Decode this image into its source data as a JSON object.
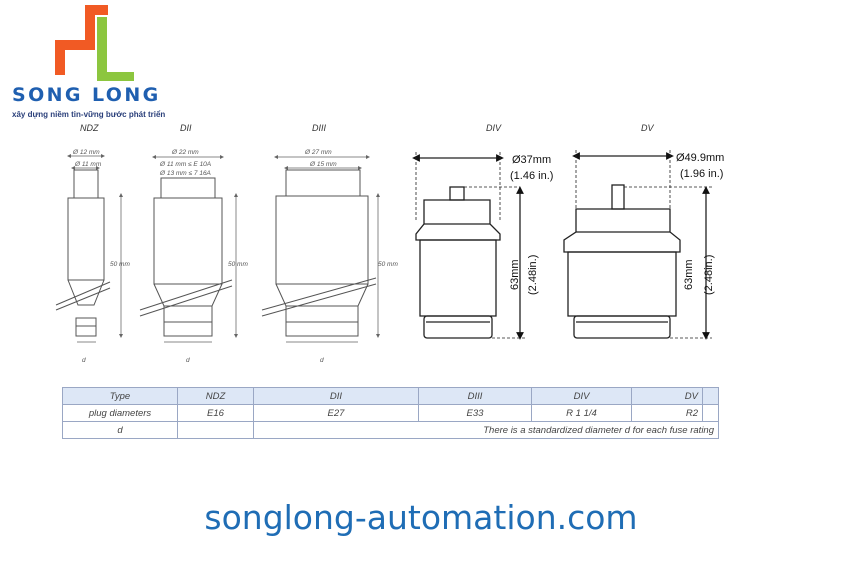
{
  "brand": {
    "name": "SONG LONG",
    "tagline": "xây dựng niềm tin-vững bước phát triển",
    "colors": {
      "orange": "#f15a24",
      "green": "#8cc63f",
      "blue": "#1f5fb0"
    }
  },
  "fuse_types": [
    {
      "label": "NDZ",
      "outer_diameter": "Ø 12 mm",
      "inner_diameter": "Ø 11 mm",
      "length": "50 mm",
      "d": "d"
    },
    {
      "label": "DII",
      "outer_diameter": "Ø 22 mm",
      "inner_diameter": "Ø 11 mm ≤ E 10A",
      "inner_diameter_2": "Ø 13 mm ≤ 7 16A",
      "length": "50 mm",
      "d": "d"
    },
    {
      "label": "DIII",
      "outer_diameter": "Ø 27 mm",
      "inner_diameter": "Ø 15 mm",
      "length": "50 mm",
      "d": "d"
    },
    {
      "label": "DIV",
      "diameter": "Ø37mm",
      "diameter_in": "(1.46 in.)",
      "height": "63mm",
      "height_in": "(2.48in.)"
    },
    {
      "label": "DV",
      "diameter": "Ø49.9mm",
      "diameter_in": "(1.96 in.)",
      "height": "63mm",
      "height_in": "(2.48in.)"
    }
  ],
  "table": {
    "rows": [
      {
        "header": "Type",
        "cells": [
          "NDZ",
          "DII",
          "DIII",
          "DIV",
          "DV"
        ]
      },
      {
        "header": "plug diameters",
        "cells": [
          "E16",
          "E27",
          "E33",
          "R 1 1/4",
          "R2"
        ]
      },
      {
        "header": "d",
        "note": "There is a standardized diameter d for each fuse rating"
      }
    ]
  },
  "website": "songlong-automation.com"
}
